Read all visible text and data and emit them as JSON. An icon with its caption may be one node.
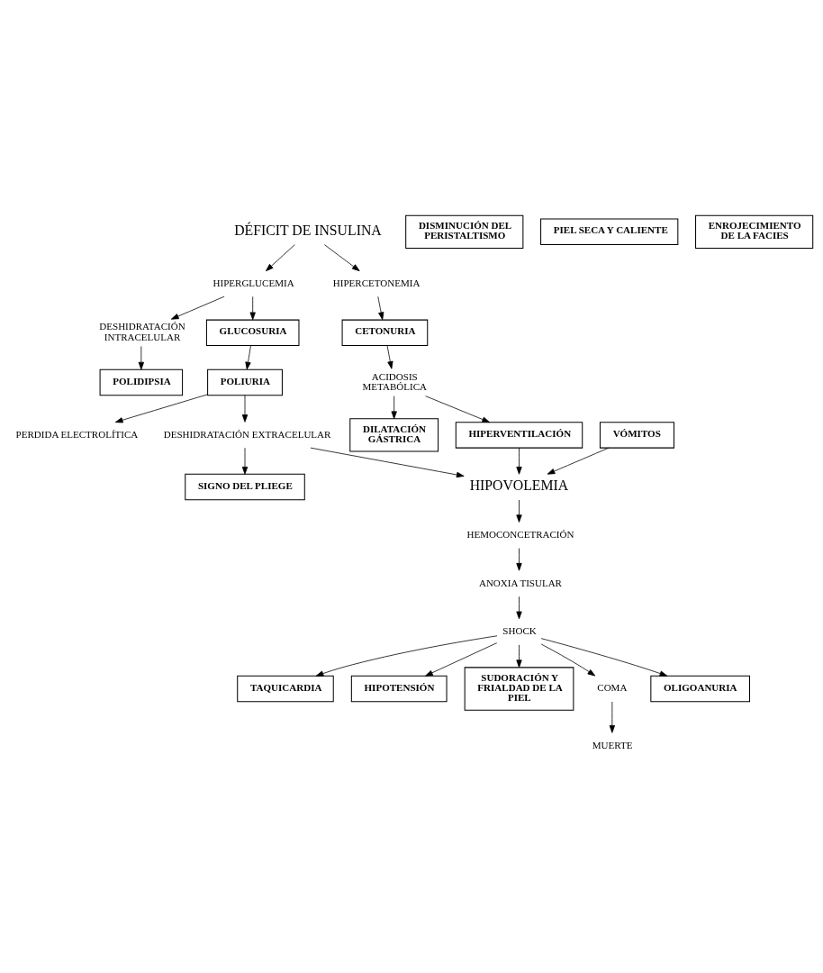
{
  "diagram": {
    "nodes": [
      {
        "text": [
          "DÉFICIT DE INSULINA"
        ]
      },
      {
        "text": [
          "HIPERGLUCEMIA"
        ]
      },
      {
        "text": [
          "HIPERCETONEMIA"
        ]
      },
      {
        "text": [
          "DESHIDRATACIÓN INTRACELULAR"
        ]
      },
      {
        "text": [
          "GLUCOSURIA"
        ]
      },
      {
        "text": [
          "CETONURIA"
        ]
      },
      {
        "text": [
          "POLIURIA"
        ]
      },
      {
        "text": [
          "ACIDOSIS METABÓLICA"
        ]
      },
      {
        "text": [
          "POLIDIPSIA"
        ]
      },
      {
        "text": [
          "PERDIDA ELECTROLÍTICA"
        ]
      },
      {
        "text": [
          "DESHIDRATACIÓN EXTRACELULAR"
        ]
      },
      {
        "text": [
          "DILATACIÓN GÁSTRICA"
        ]
      },
      {
        "text": [
          "HIPERVENTILACIÓN"
        ]
      },
      {
        "text": [
          "HIPOVOLEMIA"
        ]
      },
      {
        "text": [
          "VÓMITOS"
        ]
      },
      {
        "text": [
          "SIGNO DEL PLIEGE"
        ]
      },
      {
        "text": [
          "DISMINUCIÓN DEL PERISTALTISMO"
        ]
      },
      {
        "text": [
          "PIEL SECA Y CALIENTE"
        ]
      },
      {
        "text": [
          "HEMOCONCETRACIÓN"
        ]
      },
      {
        "text": [
          "ENROJECIMIENTO DE LA FACIES"
        ]
      },
      {
        "text": [
          "ANOXIA TISULAR"
        ]
      },
      {
        "text": [
          "TAQUICARDIA"
        ]
      },
      {
        "text": [
          "SHOCK"
        ]
      },
      {
        "text": [
          "HIPOTENSIÓN"
        ]
      },
      {
        "text": [
          "SUDORACIÓN Y FRIALDAD DE LA PIEL"
        ]
      },
      {
        "text": [
          "COMA"
        ]
      },
      {
        "text": [
          "MUERTE"
        ]
      },
      {
        "text": [
          "OLIGOANURIA"
        ]
      }
    ],
    "edges": [
      {
        "from": 0,
        "to": 1,
        "arrow": "to"
      },
      {
        "from": 0,
        "to": 2,
        "arrow": "to"
      },
      {
        "from": 1,
        "to": 3,
        "arrow": "to"
      },
      {
        "from": 1,
        "to": 4,
        "arrow": "to"
      },
      {
        "from": 3,
        "to": 8,
        "arrow": "to"
      },
      {
        "from": 4,
        "to": 6,
        "arrow": "to"
      },
      {
        "from": 2,
        "to": 5,
        "arrow": "to"
      },
      {
        "from": 5,
        "to": 7,
        "arrow": "to"
      },
      {
        "from": 6,
        "to": 10,
        "arrow": "to"
      },
      {
        "from": 6,
        "to": 9,
        "arrow": "to"
      },
      {
        "from": 7,
        "to": 12,
        "arrow": "to"
      },
      {
        "from": 7,
        "to": 11,
        "arrow": "to"
      },
      {
        "from": 10,
        "to": 15,
        "arrow": "to"
      },
      {
        "from": 10,
        "to": 13,
        "arrow": "to"
      },
      {
        "from": 12,
        "to": 13,
        "arrow": "to"
      },
      {
        "from": 14,
        "to": 13,
        "arrow": "to"
      },
      {
        "from": 13,
        "to": 18,
        "arrow": "to"
      },
      {
        "from": 18,
        "to": 20,
        "arrow": "to"
      },
      {
        "from": 20,
        "to": 22,
        "arrow": "to"
      },
      {
        "from": 22,
        "to": 21,
        "arrow": "to"
      },
      {
        "from": 22,
        "to": 23,
        "arrow": "to"
      },
      {
        "from": 22,
        "to": 24,
        "arrow": "to"
      },
      {
        "from": 22,
        "to": 27,
        "arrow": "to"
      },
      {
        "from": 22,
        "to": 25,
        "arrow": "to"
      },
      {
        "from": 25,
        "to": 26,
        "arrow": "to"
      }
    ]
  }
}
